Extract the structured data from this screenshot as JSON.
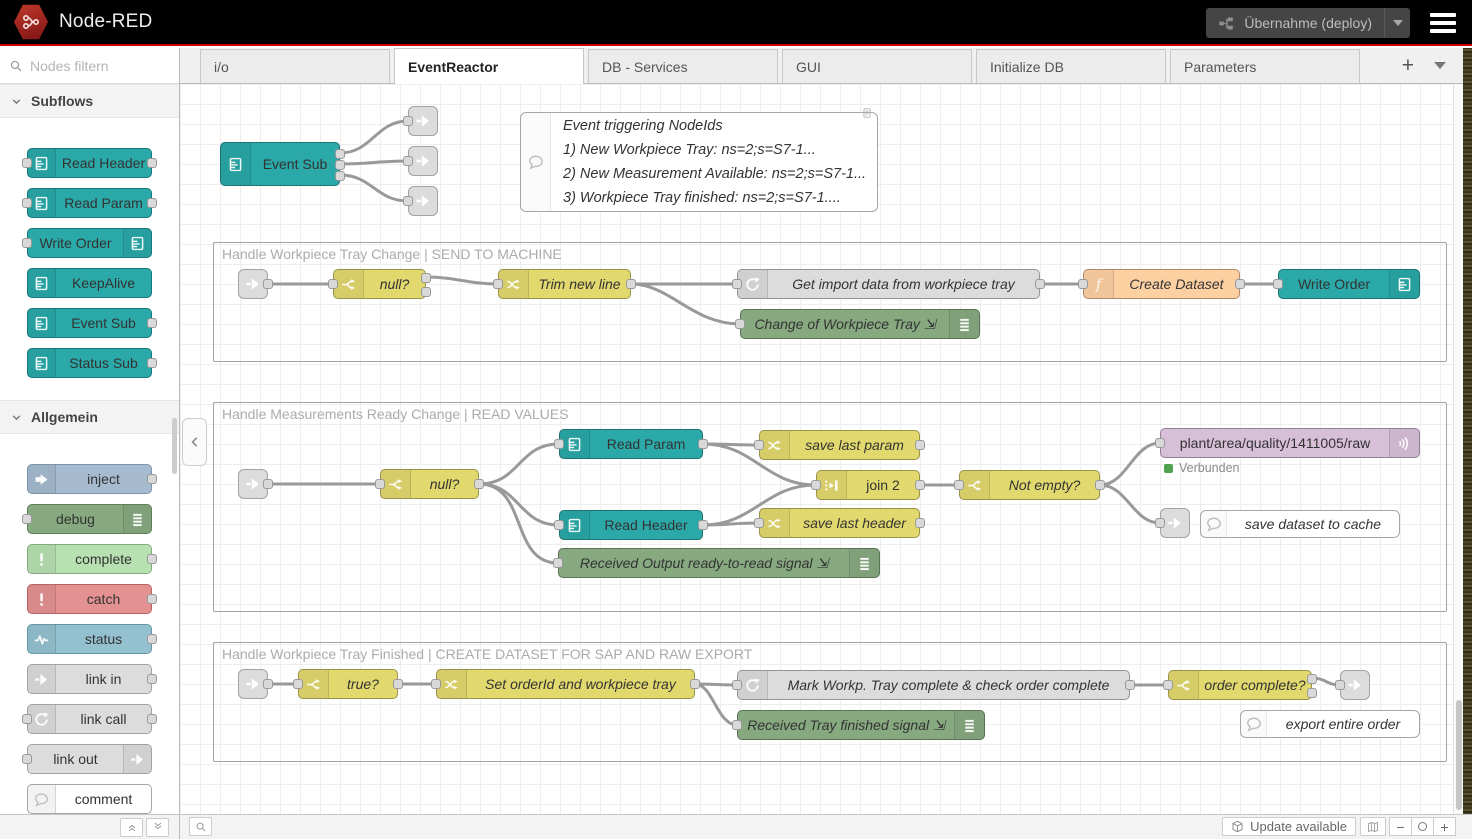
{
  "header": {
    "app_title": "Node-RED",
    "deploy_label": "Übernahme (deploy)"
  },
  "palette": {
    "search_placeholder": "Nodes filtern",
    "sections": [
      {
        "label": "Subflows",
        "items": [
          {
            "label": "Read Header"
          },
          {
            "label": "Read Param"
          },
          {
            "label": "Write Order"
          },
          {
            "label": "KeepAlive"
          },
          {
            "label": "Event Sub"
          },
          {
            "label": "Status Sub"
          }
        ]
      },
      {
        "label": "Allgemein",
        "items": [
          {
            "label": "inject"
          },
          {
            "label": "debug"
          },
          {
            "label": "complete"
          },
          {
            "label": "catch"
          },
          {
            "label": "status"
          },
          {
            "label": "link in"
          },
          {
            "label": "link call"
          },
          {
            "label": "link out"
          },
          {
            "label": "comment"
          }
        ]
      }
    ]
  },
  "tabs": {
    "items": [
      {
        "label": "i/o"
      },
      {
        "label": "EventReactor"
      },
      {
        "label": "DB - Services"
      },
      {
        "label": "GUI"
      },
      {
        "label": "Initialize DB"
      },
      {
        "label": "Parameters"
      }
    ],
    "add_label": "+"
  },
  "flow": {
    "event_sub": "Event Sub",
    "comment": {
      "title": "Event triggering NodeIds",
      "line1": "1) New Workpiece Tray: ns=2;s=S7-1...",
      "line2": "2) New Measurement Available: ns=2;s=S7-1...",
      "line3": "3) Workpiece Tray finished: ns=2;s=S7-1...."
    },
    "group1": {
      "title": "Handle Workpiece Tray Change | SEND TO MACHINE",
      "switch_null": "null?",
      "change_trim": "Trim new line",
      "link_call_get_import": "Get import data from workpiece tray",
      "function_create_dataset": "Create Dataset",
      "subflow_write_order": "Write Order",
      "debug_change_tray": "Change of Workpiece Tray ⇲"
    },
    "group2": {
      "title": "Handle Measurements Ready Change | READ VALUES",
      "switch_null": "null?",
      "subflow_read_param": "Read Param",
      "subflow_read_header": "Read Header",
      "change_save_param": "save last param",
      "join": "join 2",
      "change_save_header": "save last header",
      "switch_not_empty": "Not empty?",
      "mqtt_topic": "plant/area/quality/1411005/raw",
      "mqtt_status": "Verbunden",
      "debug_received": "Received Output ready-to-read signal ⇲",
      "comment_cache": "save dataset to cache"
    },
    "group3": {
      "title": "Handle Workpiece Tray Finished | CREATE DATASET FOR SAP AND RAW EXPORT",
      "switch_true": "true?",
      "change_set_order": "Set orderId and workpiece tray",
      "link_call_mark": "Mark Workp. Tray complete & check order complete",
      "switch_order_complete": "order complete?",
      "debug_tray_finished": "Received Tray finished signal ⇲",
      "comment_export": "export entire order"
    }
  },
  "statusbar": {
    "update_label": "Update available",
    "zoom_out": "−",
    "zoom_in": "+"
  },
  "colors": {
    "accent_red": "#cc0000",
    "subflow_teal": "#2ba8a8",
    "logic_yellow": "#e2d96e",
    "function_orange": "#fdd0a2",
    "debug_green": "#87a980",
    "link_gray": "#dcdcdc",
    "mqtt_purple": "#d8bfd8",
    "inject_blue": "#a6bbcf",
    "status_connected_green": "#4fa34f"
  }
}
